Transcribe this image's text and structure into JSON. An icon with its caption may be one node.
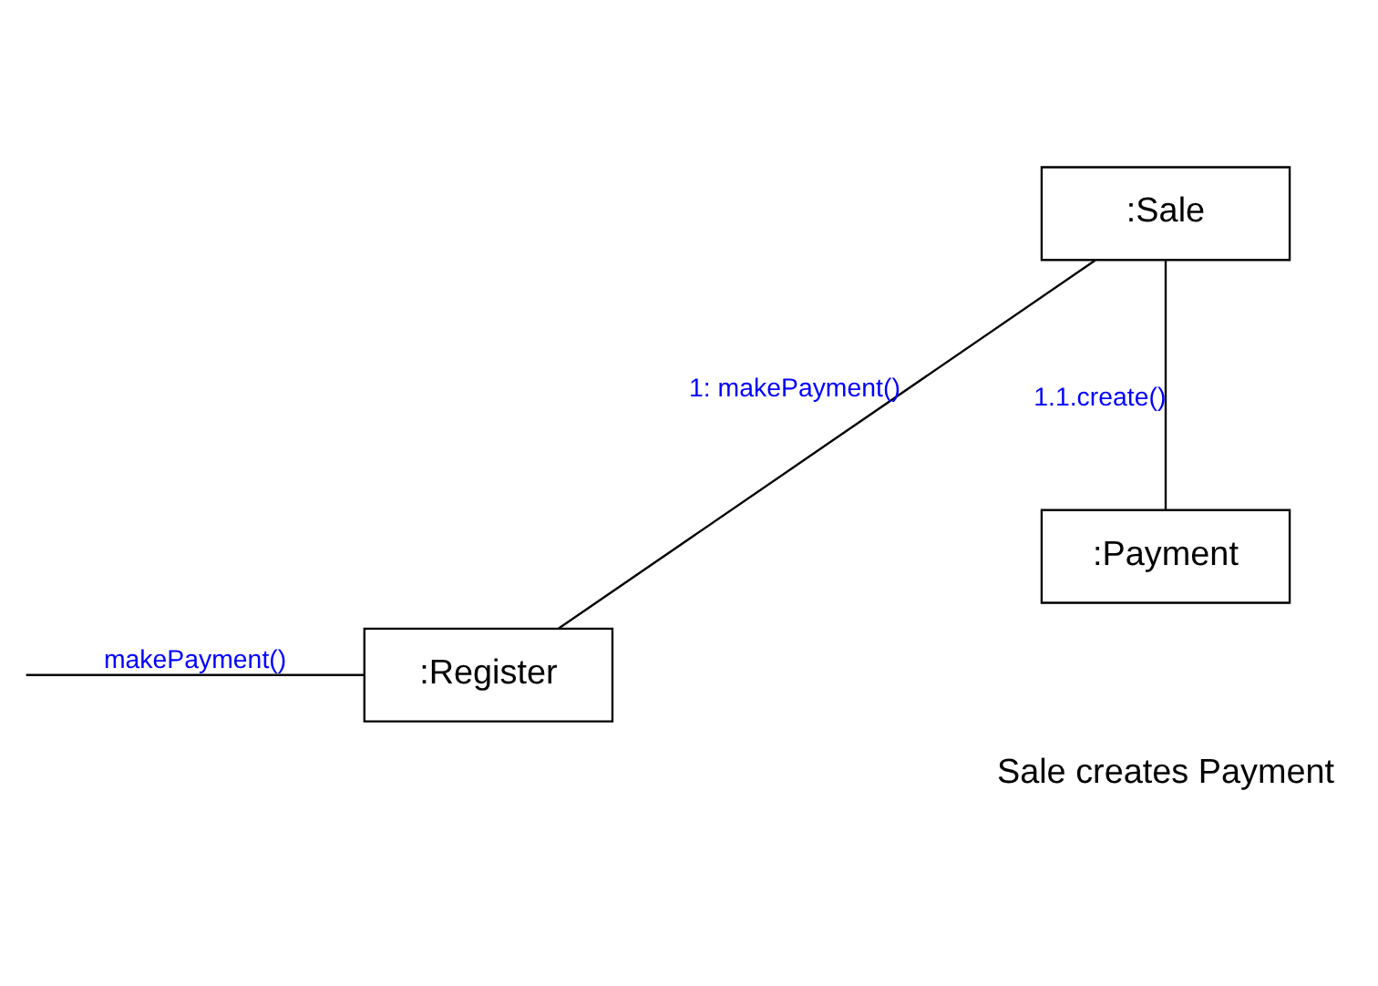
{
  "diagram": {
    "nodes": [
      {
        "text": [
          ":Register"
        ]
      },
      {
        "text": [
          ":Sale"
        ]
      },
      {
        "text": [
          ":Payment"
        ]
      }
    ],
    "edges": [
      {
        "from": null,
        "to": 0,
        "arrow": "none",
        "label": "makePayment()"
      },
      {
        "from": 0,
        "to": 1,
        "arrow": "none",
        "label": "1: makePayment()"
      },
      {
        "from": 1,
        "to": 2,
        "arrow": "none",
        "label": "1.1.create()"
      }
    ],
    "labels": [
      "Sale creates Payment"
    ]
  }
}
